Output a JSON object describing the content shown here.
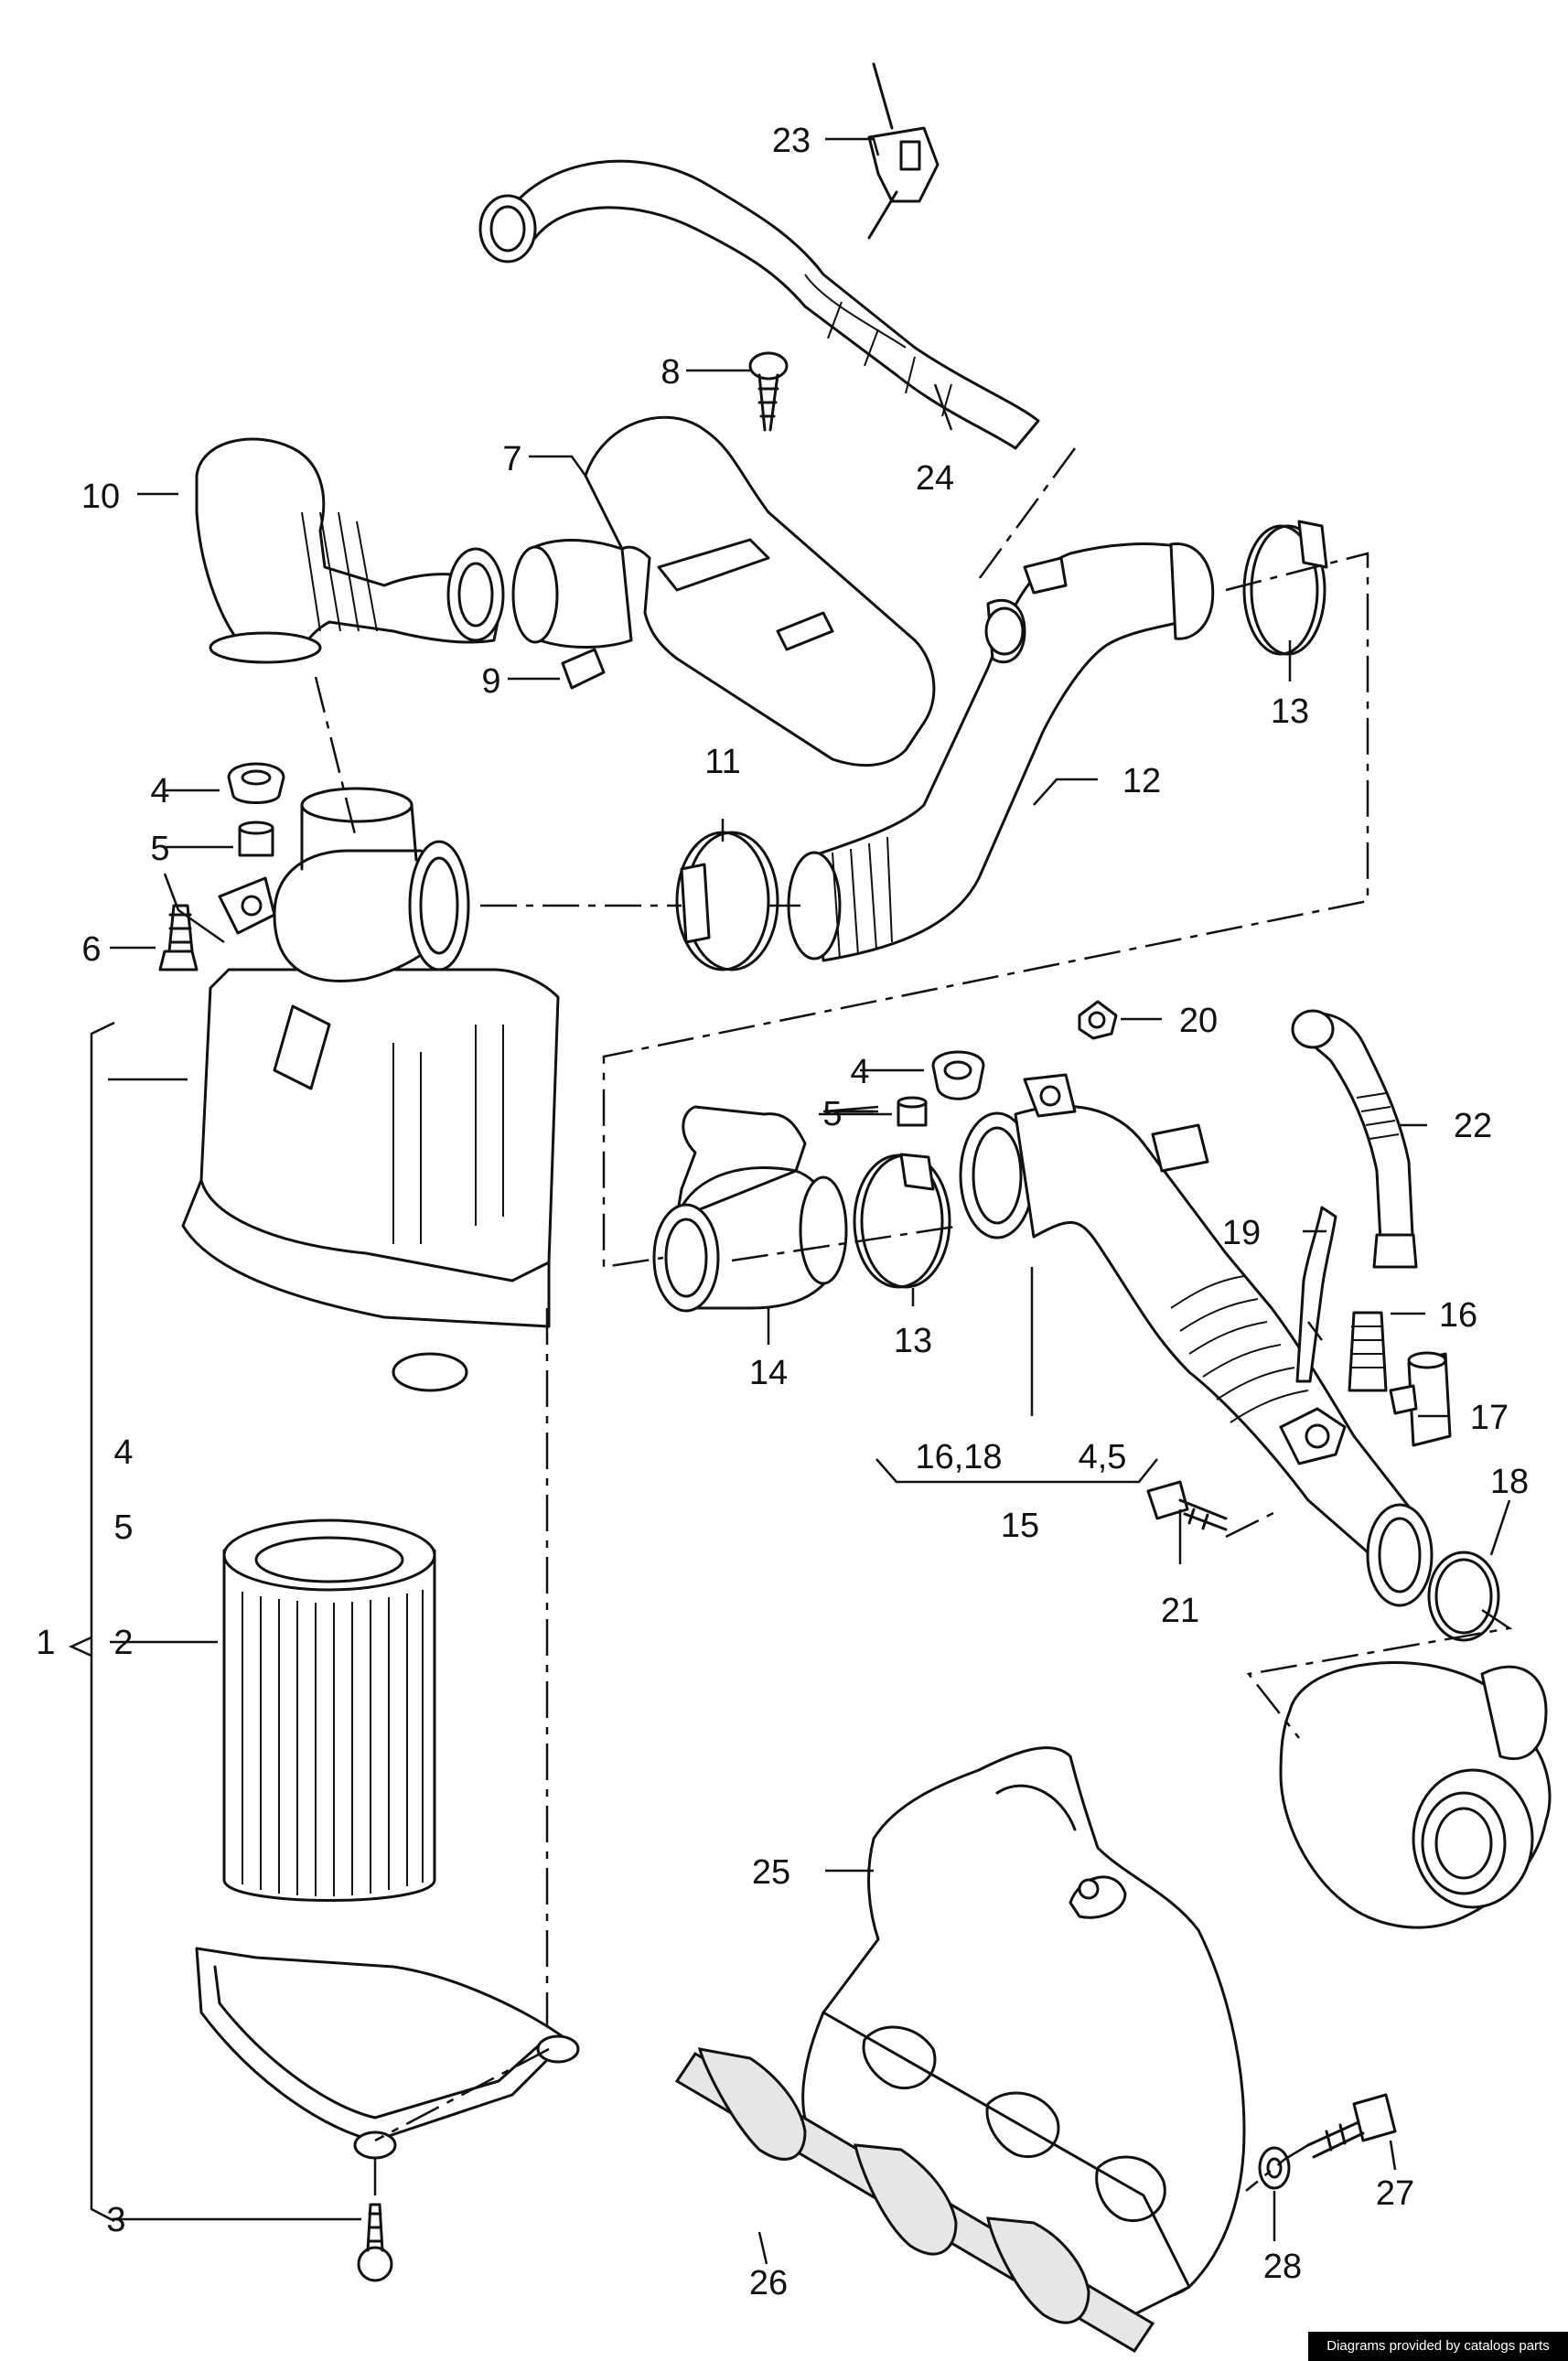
{
  "callouts": [
    {
      "id": "c1",
      "text": "1"
    },
    {
      "id": "c2",
      "text": "2"
    },
    {
      "id": "c3",
      "text": "3"
    },
    {
      "id": "c4a",
      "text": "4"
    },
    {
      "id": "c4b",
      "text": "4"
    },
    {
      "id": "c4c",
      "text": "4"
    },
    {
      "id": "c5a",
      "text": "5"
    },
    {
      "id": "c5b",
      "text": "5"
    },
    {
      "id": "c5c",
      "text": "5"
    },
    {
      "id": "c6",
      "text": "6"
    },
    {
      "id": "c7",
      "text": "7"
    },
    {
      "id": "c8",
      "text": "8"
    },
    {
      "id": "c9",
      "text": "9"
    },
    {
      "id": "c10",
      "text": "10"
    },
    {
      "id": "c11",
      "text": "11"
    },
    {
      "id": "c12",
      "text": "12"
    },
    {
      "id": "c13a",
      "text": "13"
    },
    {
      "id": "c13b",
      "text": "13"
    },
    {
      "id": "c14",
      "text": "14"
    },
    {
      "id": "c15",
      "text": "15"
    },
    {
      "id": "c15a",
      "text": "16,18"
    },
    {
      "id": "c15b",
      "text": "4,5"
    },
    {
      "id": "c16",
      "text": "16"
    },
    {
      "id": "c17",
      "text": "17"
    },
    {
      "id": "c18",
      "text": "18"
    },
    {
      "id": "c19",
      "text": "19"
    },
    {
      "id": "c20",
      "text": "20"
    },
    {
      "id": "c21",
      "text": "21"
    },
    {
      "id": "c22",
      "text": "22"
    },
    {
      "id": "c23",
      "text": "23"
    },
    {
      "id": "c24",
      "text": "24"
    },
    {
      "id": "c25",
      "text": "25"
    },
    {
      "id": "c26",
      "text": "26"
    },
    {
      "id": "c27",
      "text": "27"
    },
    {
      "id": "c28",
      "text": "28"
    }
  ],
  "credit": "Diagrams provided by catalogs parts"
}
